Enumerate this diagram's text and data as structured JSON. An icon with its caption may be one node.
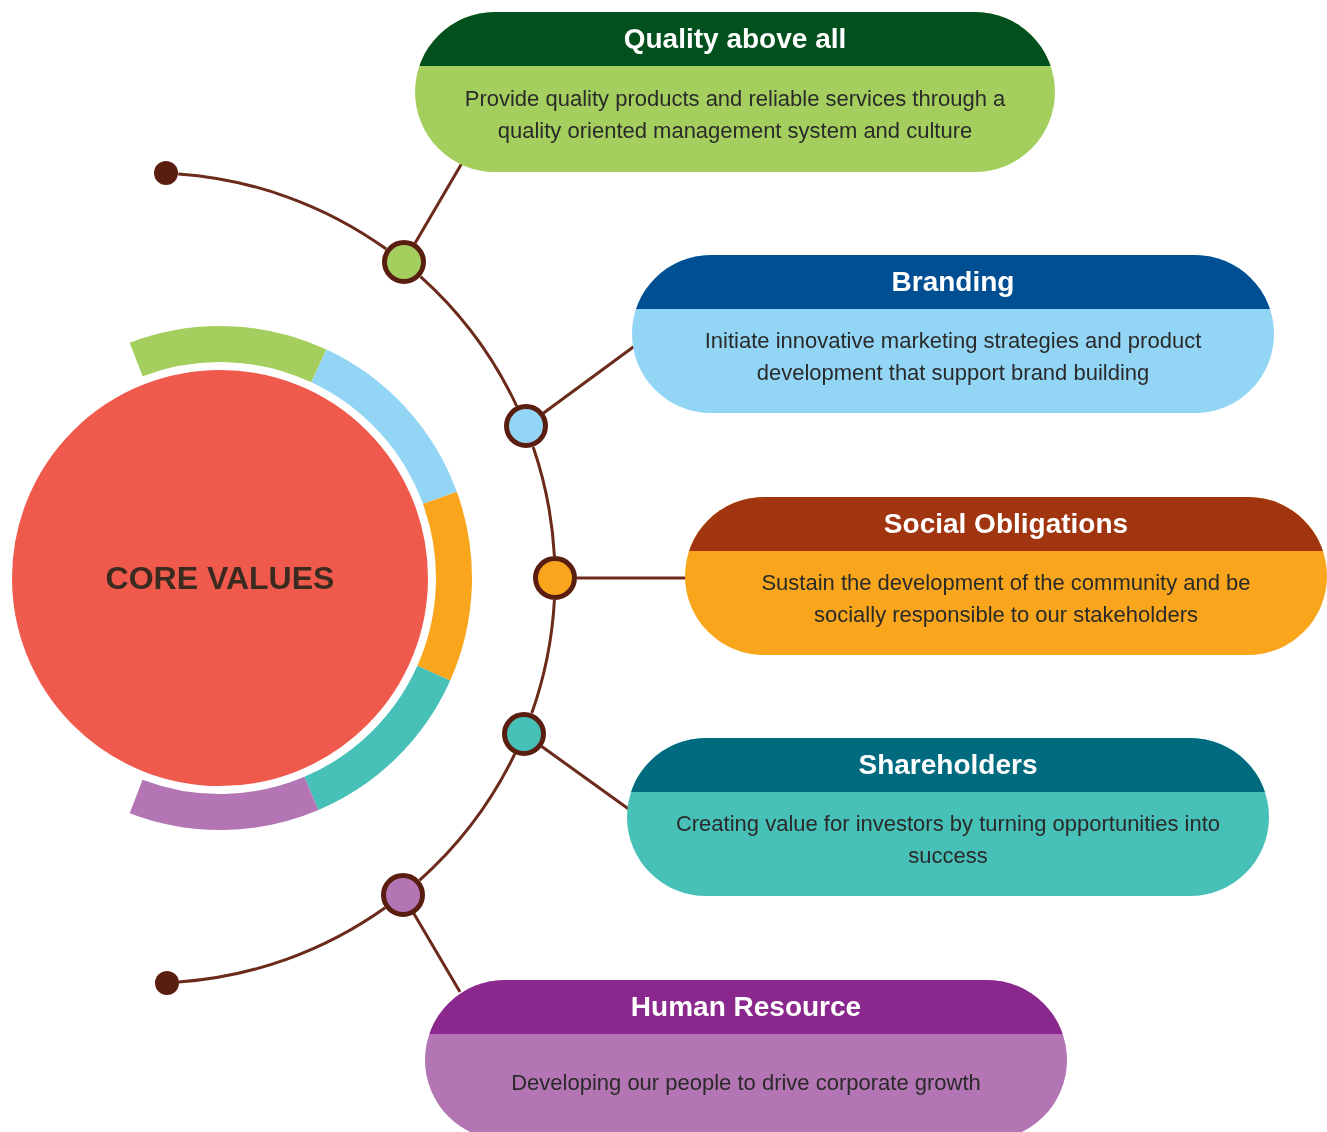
{
  "diagram": {
    "nodes": [
      {
        "text": [
          "CORE VALUES"
        ]
      },
      {
        "text": [],
        "shape": "circle"
      },
      {
        "text": [],
        "shape": "circle"
      },
      {
        "text": [],
        "shape": "circle"
      },
      {
        "text": [],
        "shape": "circle"
      },
      {
        "text": [],
        "shape": "circle"
      },
      {
        "text": [],
        "shape": "circle"
      },
      {
        "text": [],
        "shape": "circle"
      },
      {
        "text": [
          "Quality above all",
          "Provide quality products and reliable services through a quality oriented management system and culture"
        ]
      },
      {
        "text": [
          "Branding",
          "Initiate innovative marketing strategies and product development that support brand building"
        ]
      },
      {
        "text": [
          "Social Obligations",
          "Sustain the development of the community and be socially responsible to our stakeholders"
        ]
      },
      {
        "text": [
          "Shareholders",
          "Creating value for investors by turning opportunities into success"
        ]
      },
      {
        "text": [
          "Human Resource",
          "Developing our people to drive corporate growth"
        ]
      }
    ],
    "edges": [
      {
        "from": 1,
        "to": 2,
        "arrow": "none"
      },
      {
        "from": 2,
        "to": 3,
        "arrow": "none"
      },
      {
        "from": 3,
        "to": 4,
        "arrow": "none"
      },
      {
        "from": 4,
        "to": 5,
        "arrow": "none"
      },
      {
        "from": 5,
        "to": 6,
        "arrow": "none"
      },
      {
        "from": 6,
        "to": 7,
        "arrow": "none"
      },
      {
        "from": 2,
        "to": 8,
        "arrow": "none"
      },
      {
        "from": 3,
        "to": 9,
        "arrow": "none"
      },
      {
        "from": 4,
        "to": 10,
        "arrow": "none"
      },
      {
        "from": 5,
        "to": 11,
        "arrow": "none"
      },
      {
        "from": 6,
        "to": 12,
        "arrow": "none"
      }
    ]
  }
}
